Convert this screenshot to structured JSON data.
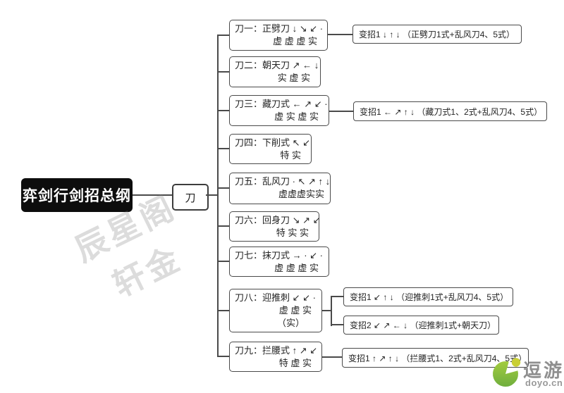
{
  "root": {
    "label": "弈剑行剑招总纲"
  },
  "category": {
    "label": "刀"
  },
  "techniques": [
    {
      "line1": "刀一：正劈刀 ↓ ↘ ↙ ·",
      "line2": "虚 虚 虚 实"
    },
    {
      "line1": "刀二：朝天刀 ↗ ← ↓",
      "line2": "实 虚 实"
    },
    {
      "line1": "刀三：藏刀式 ← ↗ ↙ ·",
      "line2": "虚 实 虚 实"
    },
    {
      "line1": "刀四：下削式 ↖ ↙",
      "line2": "特 实"
    },
    {
      "line1": "刀五：乱风刀 · ↖ ↗ ↑ ↓",
      "line2": "虚虚虚实实"
    },
    {
      "line1": "刀六：回身刀 ↘ ↗ ↙",
      "line2": "特 实 实"
    },
    {
      "line1": "刀七：抹刀式 → · ↙ ·",
      "line2": "虚 虚 虚 实"
    },
    {
      "line1": "刀八：迎推刺 ↙ ↙ ·",
      "line2": "虚 虚 实",
      "line3": "（实）"
    },
    {
      "line1": "刀九：拦腰式 ↑ ↗ ↙",
      "line2": "特 虚 实"
    }
  ],
  "variants": [
    {
      "label": "变招1 ↓ ↑ ↓ （正劈刀1式+乱风刀4、5式）"
    },
    {
      "label": "变招1 ← ↗ ↑ ↓ （藏刀式1、2式+乱风刀4、5式）"
    },
    {
      "label": "变招1 ↙ ↑ ↓ （迎推刺1式+乱风刀4、5式）"
    },
    {
      "label": "变招2 ↙ ↗ ← ↓ （迎推刺1式+朝天刀）"
    },
    {
      "label": "变招1 ↑ ↗ ↑ ↓ （拦腰式1、2式+乱风刀4、5式）"
    }
  ],
  "watermark": {
    "line1": "辰星阁",
    "line2": "轩金"
  },
  "logo": {
    "name": "逗游",
    "domain": "doyo.cn"
  },
  "colors": {
    "root_bg": "#0d0d0d",
    "root_text": "#ffffff",
    "box_border": "#4a4a4a",
    "connector": "#4a4a4a",
    "logo_green_light": "#a3cc3f",
    "logo_green_dark": "#6fae3d",
    "logo_dot": "#c9cf35",
    "logo_text": "#8f8f8f"
  }
}
